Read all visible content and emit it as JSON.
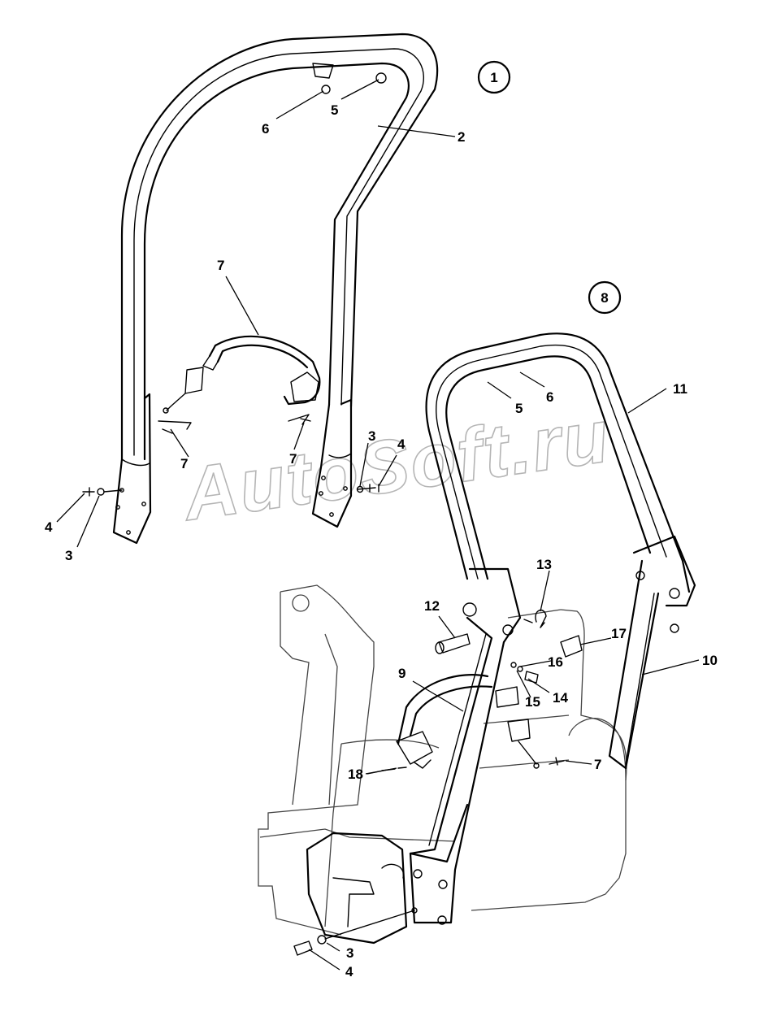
{
  "watermark": "AutoSoft.ru",
  "callouts": {
    "c1": "1",
    "c2": "2",
    "c3a": "3",
    "c3b": "3",
    "c3c": "3",
    "c4a": "4",
    "c4b": "4",
    "c4c": "4",
    "c5a": "5",
    "c5b": "5",
    "c6a": "6",
    "c6b": "6",
    "c7a": "7",
    "c7b": "7",
    "c7c": "7",
    "c7d": "7",
    "c8": "8",
    "c9": "9",
    "c10": "10",
    "c11": "11",
    "c12": "12",
    "c13": "13",
    "c14": "14",
    "c15": "15",
    "c16": "16",
    "c17": "17",
    "c18": "18"
  }
}
